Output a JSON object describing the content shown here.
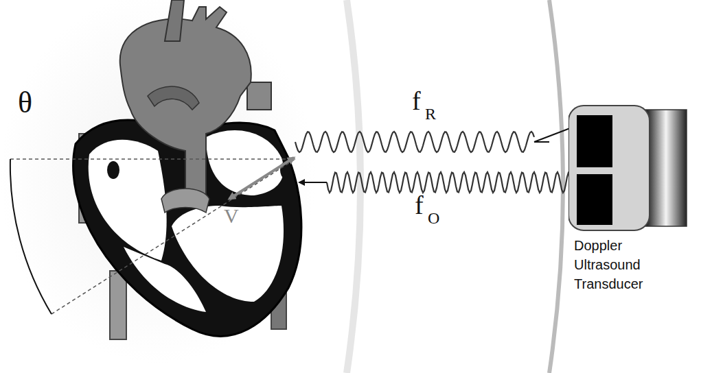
{
  "diagram": {
    "nodes": [
      {
        "text": [
          "Doppler Ultrasound Transducer"
        ]
      }
    ],
    "labels": [
      "θ",
      "V",
      "f",
      "R",
      "f",
      "O"
    ]
  }
}
